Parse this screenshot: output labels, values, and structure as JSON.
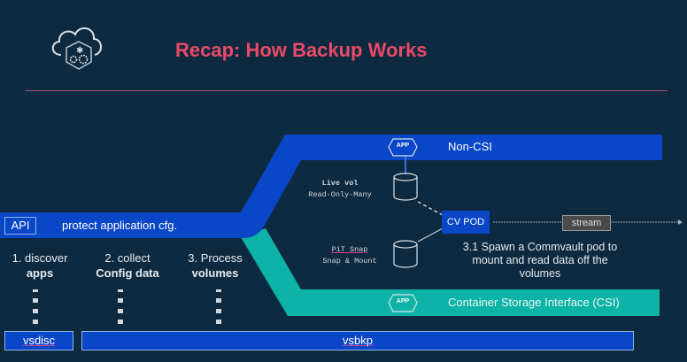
{
  "header": {
    "title": "Recap: How Backup Works",
    "logo_icon": "cloud-gears-icon"
  },
  "bands": {
    "api_label": "API",
    "api_text": "protect application cfg.",
    "non_csi": {
      "badge": "APP",
      "label": "Non-CSI"
    },
    "csi": {
      "badge": "APP",
      "label": "Container Storage Interface (CSI)"
    }
  },
  "volumes": {
    "live": {
      "line1": "Live vol",
      "line2": "Read-Only-Many"
    },
    "pit": {
      "line1": "PiT Snap",
      "line2": "Snap & Mount"
    }
  },
  "pod": {
    "label": "CV POD",
    "stream": "stream",
    "note": "3.1  Spawn a Commvault pod to mount and read data off the volumes"
  },
  "steps": [
    {
      "line1": "1. discover",
      "line2": "apps"
    },
    {
      "line1": "2. collect",
      "line2": "Config data"
    },
    {
      "line1": "3. Process",
      "line2": "volumes"
    }
  ],
  "components": {
    "vsdisc": "vsdisc",
    "vsbkp": "vsbkp"
  },
  "colors": {
    "background": "#0e2a40",
    "blue": "#0a46c8",
    "teal": "#0db3a6",
    "title": "#ea4a68"
  }
}
